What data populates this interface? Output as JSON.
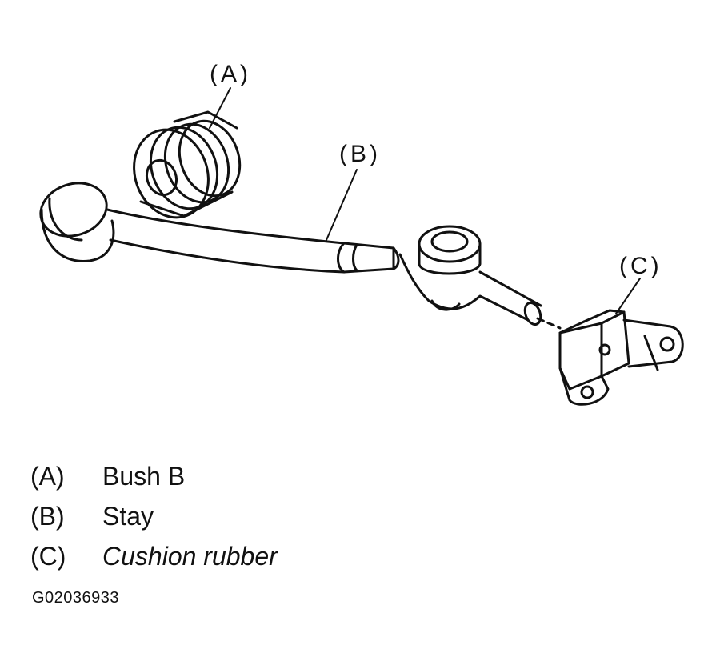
{
  "callouts": {
    "a": "(A)",
    "b": "(B)",
    "c": "(C)"
  },
  "legend": [
    {
      "key": "(A)",
      "text": "Bush B"
    },
    {
      "key": "(B)",
      "text": "Stay"
    },
    {
      "key": "(C)",
      "text": "Cushion rubber"
    }
  ],
  "figure_code": "G02036933"
}
